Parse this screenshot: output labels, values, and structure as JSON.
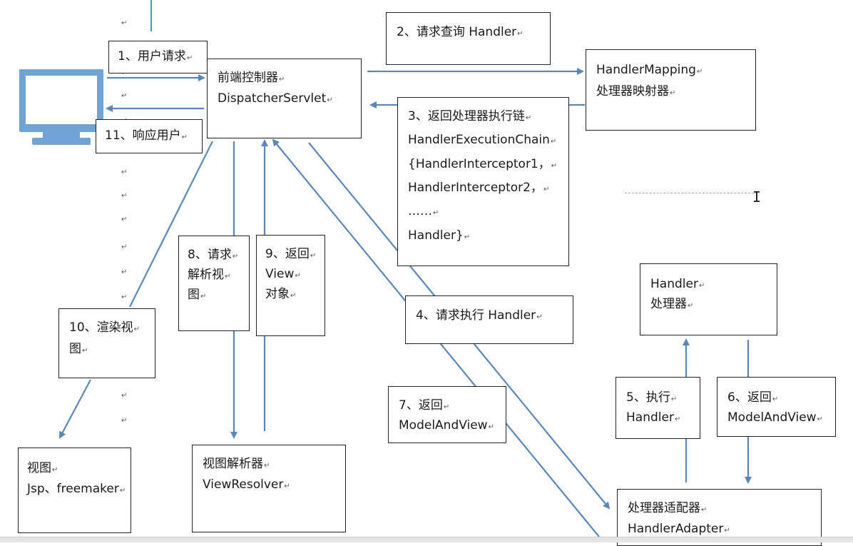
{
  "diagram": {
    "boxes": {
      "user_request": [
        "1、用户请求"
      ],
      "dispatcher": [
        "前端控制器",
        "DispatcherServlet"
      ],
      "query_handler": [
        "2、请求查询 Handler"
      ],
      "handler_mapping": [
        "HandlerMapping",
        "处理器映射器"
      ],
      "execution_chain": [
        "3、返回处理器执行链",
        "HandlerExecutionChain",
        "{HandlerInterceptor1，",
        "HandlerInterceptor2，",
        "……",
        "Handler}"
      ],
      "respond_user": [
        "11、响应用户"
      ],
      "request_resolve": [
        "8、请求",
        "解析视",
        "图"
      ],
      "return_view": [
        "9、返回",
        "View",
        "对象"
      ],
      "render_view": [
        "10、渲染视",
        "图"
      ],
      "execute_handler": [
        "4、请求执行 Handler"
      ],
      "handler": [
        "Handler",
        "处理器"
      ],
      "return_mav_7": [
        "7、返回",
        "ModelAndView"
      ],
      "execute_5": [
        "5、执行",
        "Handler"
      ],
      "return_mav_6": [
        "6、返回",
        "ModelAndView"
      ],
      "view": [
        "视图",
        "Jsp、freemaker"
      ],
      "view_resolver": [
        "视图解析器",
        "ViewResolver"
      ],
      "handler_adapter": [
        "处理器适配器",
        "HandlerAdapter"
      ]
    },
    "colors": {
      "arrow": "#5b87b8",
      "monitor": "#6fa3d6",
      "border": "#222222"
    }
  }
}
